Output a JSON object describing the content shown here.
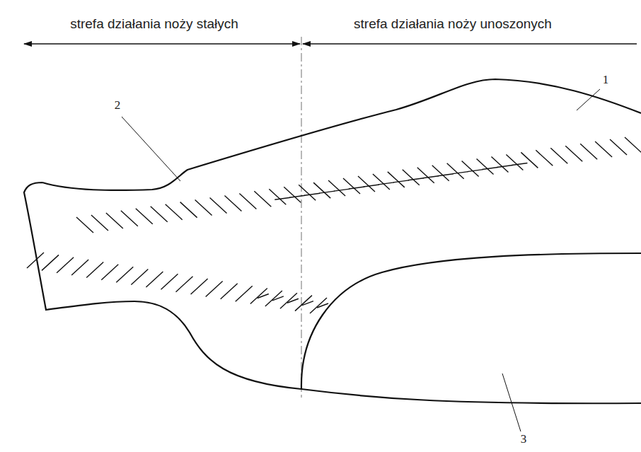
{
  "diagram": {
    "labels": [
      "strefa działania noży stałych",
      "strefa działania noży unoszonych",
      "1",
      "2",
      "3"
    ]
  }
}
